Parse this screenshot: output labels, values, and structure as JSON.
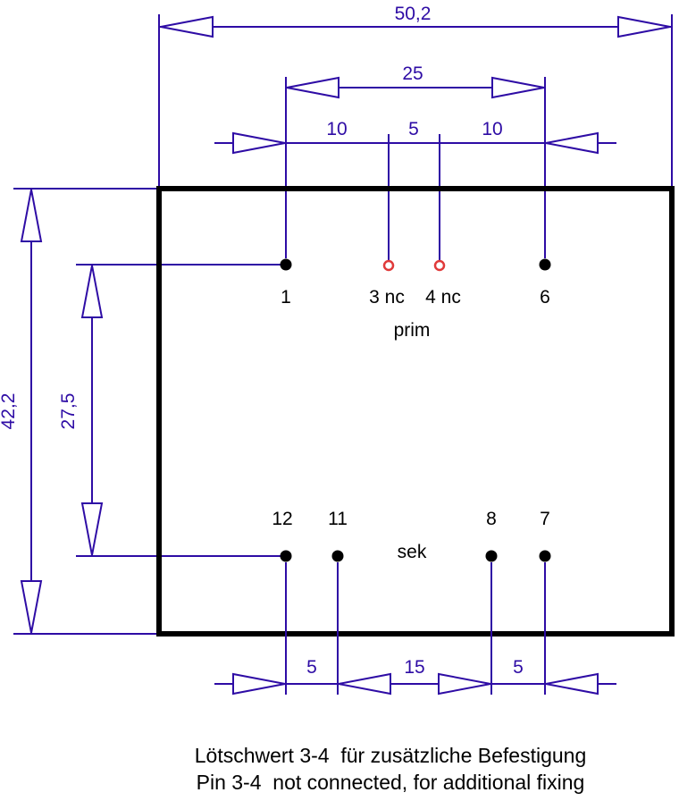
{
  "colors": {
    "dim": "#2e0ca5",
    "body": "#000000",
    "pin": "#000000",
    "nc": "#e03a3a",
    "text": "#000000",
    "bg": "#ffffff"
  },
  "dimensions": {
    "width_total": "50,2",
    "pin_span_top": "25",
    "top_segments": [
      "10",
      "5",
      "10"
    ],
    "height_total": "42,2",
    "pin_row_distance": "27,5",
    "bottom_segments": [
      "5",
      "15",
      "5"
    ]
  },
  "pins": {
    "top": [
      {
        "label": "1"
      },
      {
        "label": "3 nc"
      },
      {
        "label": "4 nc"
      },
      {
        "label": "6"
      }
    ],
    "bottom": [
      {
        "label": "12"
      },
      {
        "label": "11"
      },
      {
        "label": "8"
      },
      {
        "label": "7"
      }
    ],
    "primary_label": "prim",
    "secondary_label": "sek"
  },
  "footer": {
    "line1": "Lötschwert 3-4  für zusätzliche Befestigung",
    "line2": "Pin 3-4  not connected, for additional fixing"
  }
}
